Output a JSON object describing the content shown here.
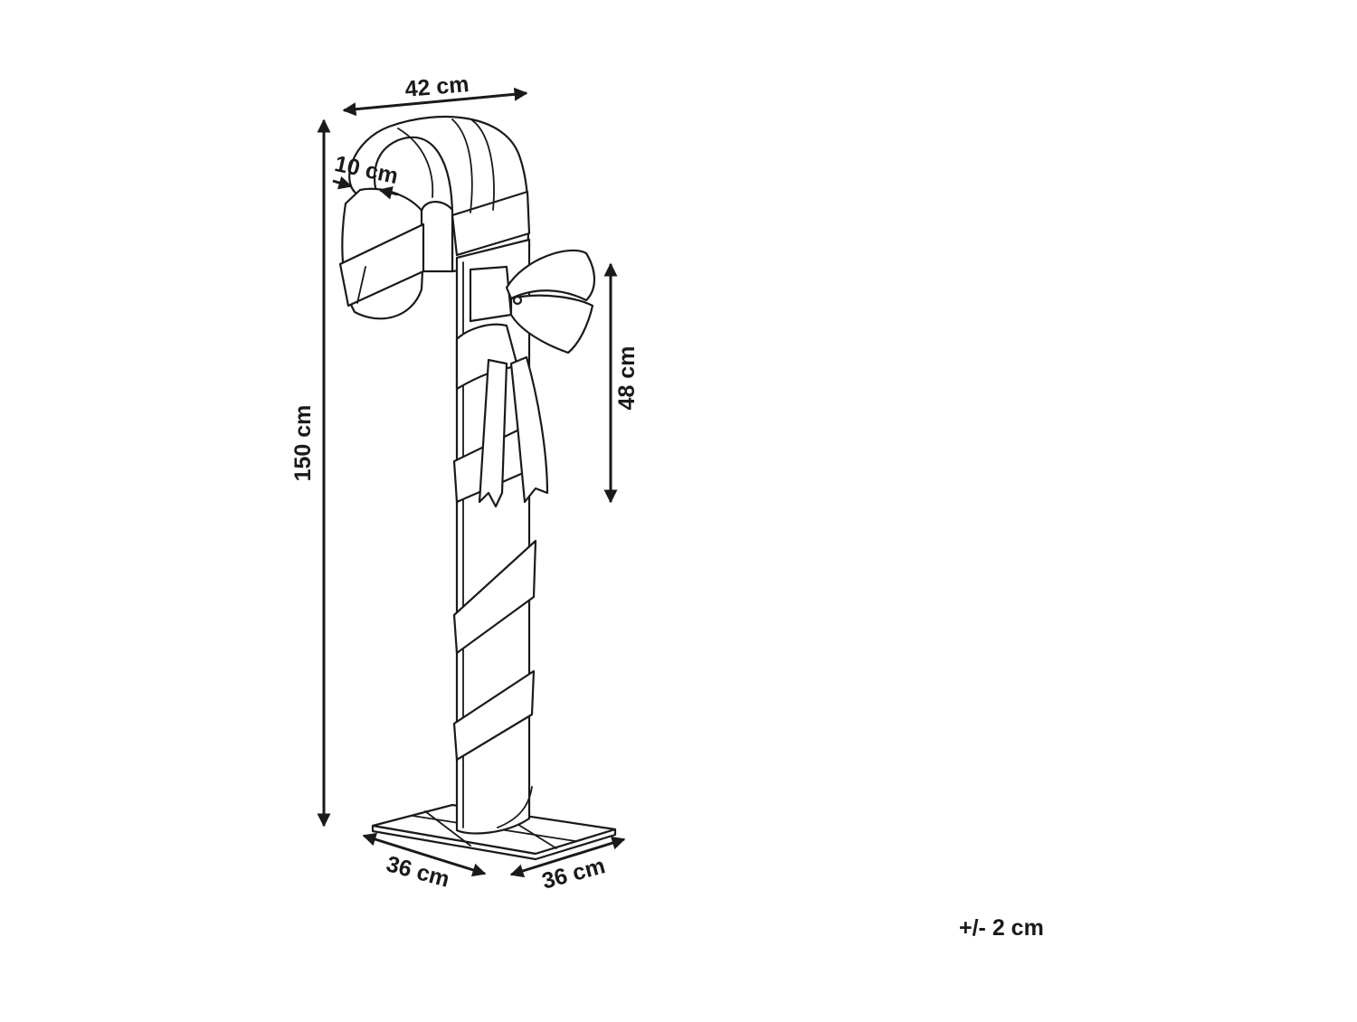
{
  "dimensions": {
    "width": "42 cm",
    "height": "150 cm",
    "hook_thickness": "10 cm",
    "bow_height": "48 cm",
    "base_depth": "36 cm",
    "base_width": "36 cm"
  },
  "tolerance": "+/- 2 cm",
  "colors": {
    "line": "#1a1a1a",
    "background": "#ffffff"
  }
}
